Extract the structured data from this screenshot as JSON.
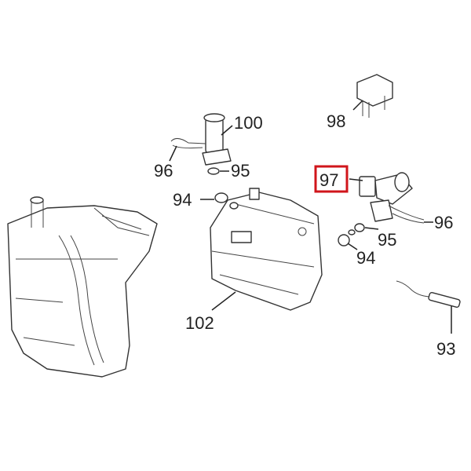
{
  "labels": {
    "p100": "100",
    "p98": "98",
    "p96a": "96",
    "p95a": "95",
    "p94a": "94",
    "p97": "97",
    "p96b": "96",
    "p95b": "95",
    "p94b": "94",
    "p102": "102",
    "p93": "93"
  },
  "colors": {
    "highlight": "#d0151b",
    "line": "#333333"
  }
}
